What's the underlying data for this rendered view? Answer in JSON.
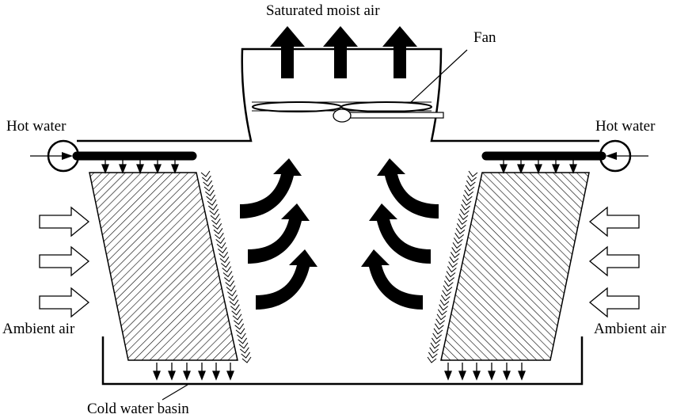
{
  "title": "Cooling tower schematic",
  "labels": {
    "top": "Saturated moist air",
    "fan": "Fan",
    "hot_water_left": "Hot water",
    "hot_water_right": "Hot water",
    "ambient_left": "Ambient air",
    "ambient_right": "Ambient air",
    "basin": "Cold water basin"
  },
  "colors": {
    "line": "#000000",
    "background": "#ffffff"
  }
}
